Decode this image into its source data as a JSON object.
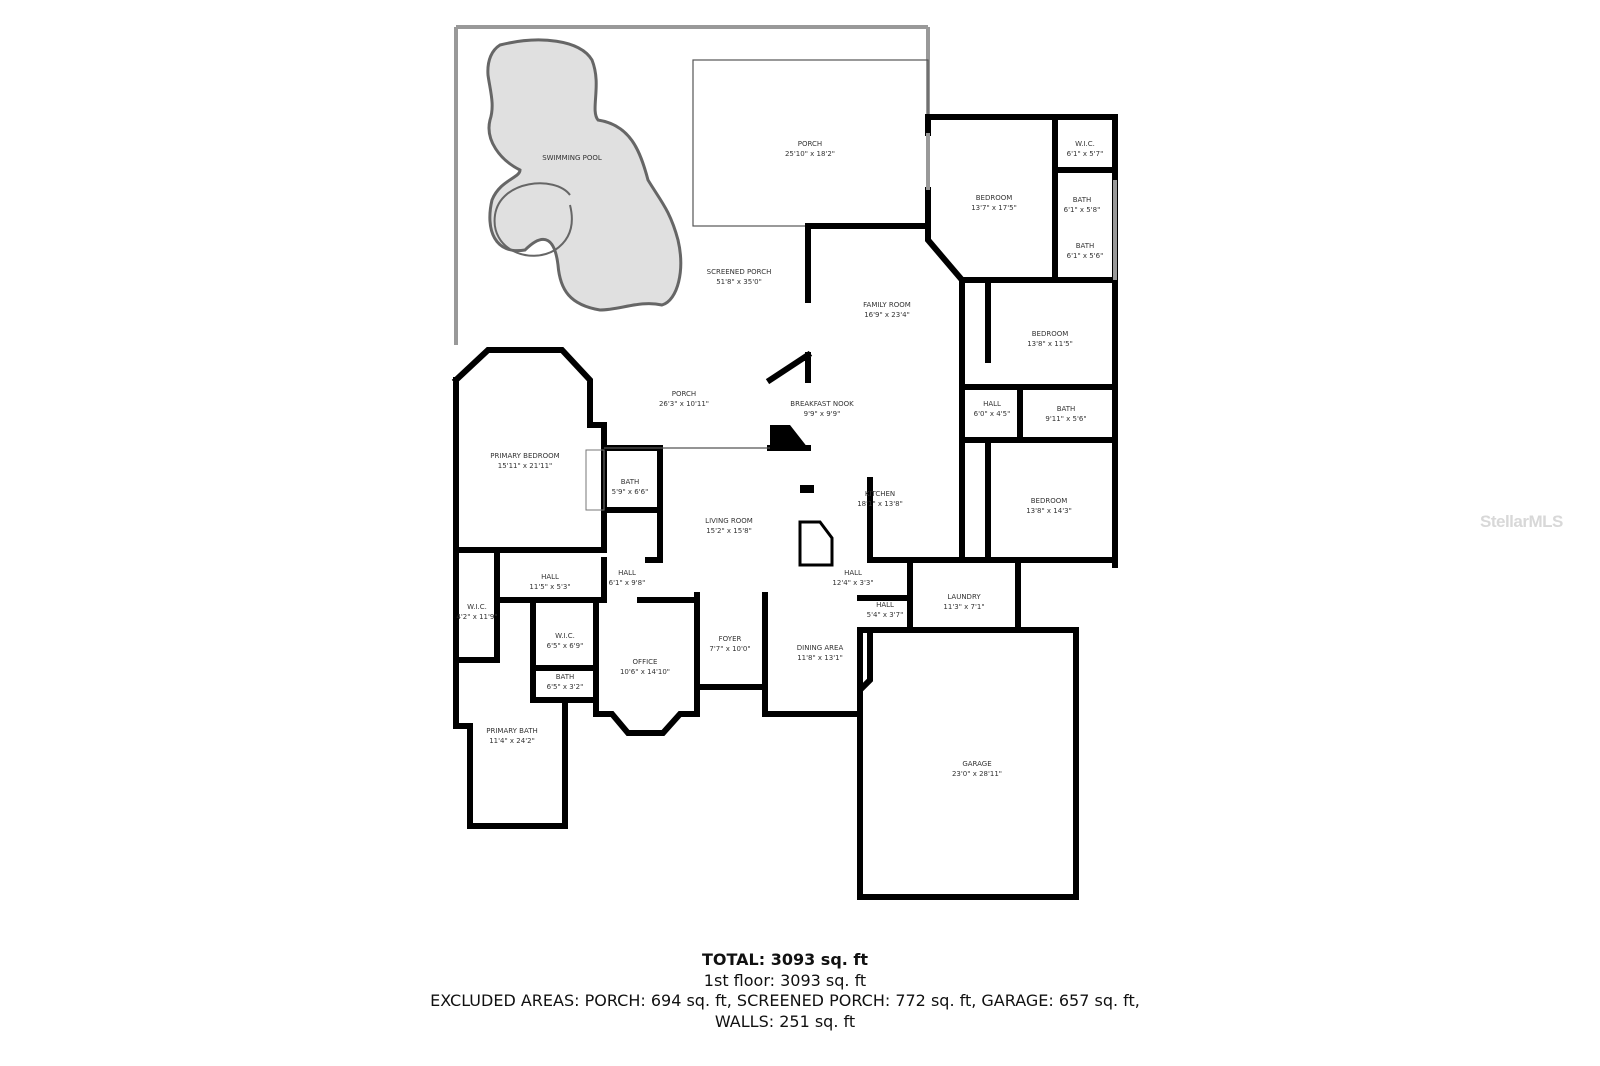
{
  "rooms": [
    {
      "name": "SWIMMING POOL",
      "dims": ""
    },
    {
      "name": "PORCH",
      "dims": "25'10\" x 18'2\""
    },
    {
      "name": "SCREENED PORCH",
      "dims": "51'8\" x 35'0\""
    },
    {
      "name": "BEDROOM",
      "dims": "13'7\" x 17'5\""
    },
    {
      "name": "W.I.C.",
      "dims": "6'1\" x 5'7\""
    },
    {
      "name": "BATH",
      "dims": "6'1\" x 5'8\""
    },
    {
      "name": "BATH",
      "dims": "6'1\" x 5'6\""
    },
    {
      "name": "FAMILY ROOM",
      "dims": "16'9\" x 23'4\""
    },
    {
      "name": "BEDROOM",
      "dims": "13'8\" x 11'5\""
    },
    {
      "name": "PORCH",
      "dims": "26'3\" x 10'11\""
    },
    {
      "name": "BREAKFAST NOOK",
      "dims": "9'9\" x 9'9\""
    },
    {
      "name": "HALL",
      "dims": "6'0\" x 4'5\""
    },
    {
      "name": "BATH",
      "dims": "9'11\" x 5'6\""
    },
    {
      "name": "PRIMARY BEDROOM",
      "dims": "15'11\" x 21'11\""
    },
    {
      "name": "BATH",
      "dims": "5'9\" x 6'6\""
    },
    {
      "name": "KITCHEN",
      "dims": "18'1\" x 13'8\""
    },
    {
      "name": "LIVING ROOM",
      "dims": "15'2\" x 15'8\""
    },
    {
      "name": "BEDROOM",
      "dims": "13'8\" x 14'3\""
    },
    {
      "name": "HALL",
      "dims": "12'4\" x 3'3\""
    },
    {
      "name": "HALL",
      "dims": "11'5\" x 5'3\""
    },
    {
      "name": "HALL",
      "dims": "6'1\" x 9'8\""
    },
    {
      "name": "LAUNDRY",
      "dims": "11'3\" x 7'1\""
    },
    {
      "name": "HALL",
      "dims": "5'4\" x 3'7\""
    },
    {
      "name": "W.I.C.",
      "dims": "4'2\" x 11'9\""
    },
    {
      "name": "W.I.C.",
      "dims": "6'5\" x 6'9\""
    },
    {
      "name": "FOYER",
      "dims": "7'7\" x 10'0\""
    },
    {
      "name": "DINING AREA",
      "dims": "11'8\" x 13'1\""
    },
    {
      "name": "OFFICE",
      "dims": "10'6\" x 14'10\""
    },
    {
      "name": "BATH",
      "dims": "6'5\" x 3'2\""
    },
    {
      "name": "PRIMARY BATH",
      "dims": "11'4\" x 24'2\""
    },
    {
      "name": "GARAGE",
      "dims": "23'0\" x 28'11\""
    }
  ],
  "summary": {
    "total": "TOTAL: 3093 sq. ft",
    "floor": "1st floor: 3093 sq. ft",
    "excluded": "EXCLUDED AREAS: PORCH: 694 sq. ft, SCREENED PORCH: 772 sq. ft, GARAGE: 657 sq. ft,",
    "walls": "WALLS: 251 sq. ft"
  },
  "watermark": "StellarMLS",
  "colors": {
    "walls": "#000000",
    "pool": "#e0e0e0",
    "windows": "#999999"
  }
}
